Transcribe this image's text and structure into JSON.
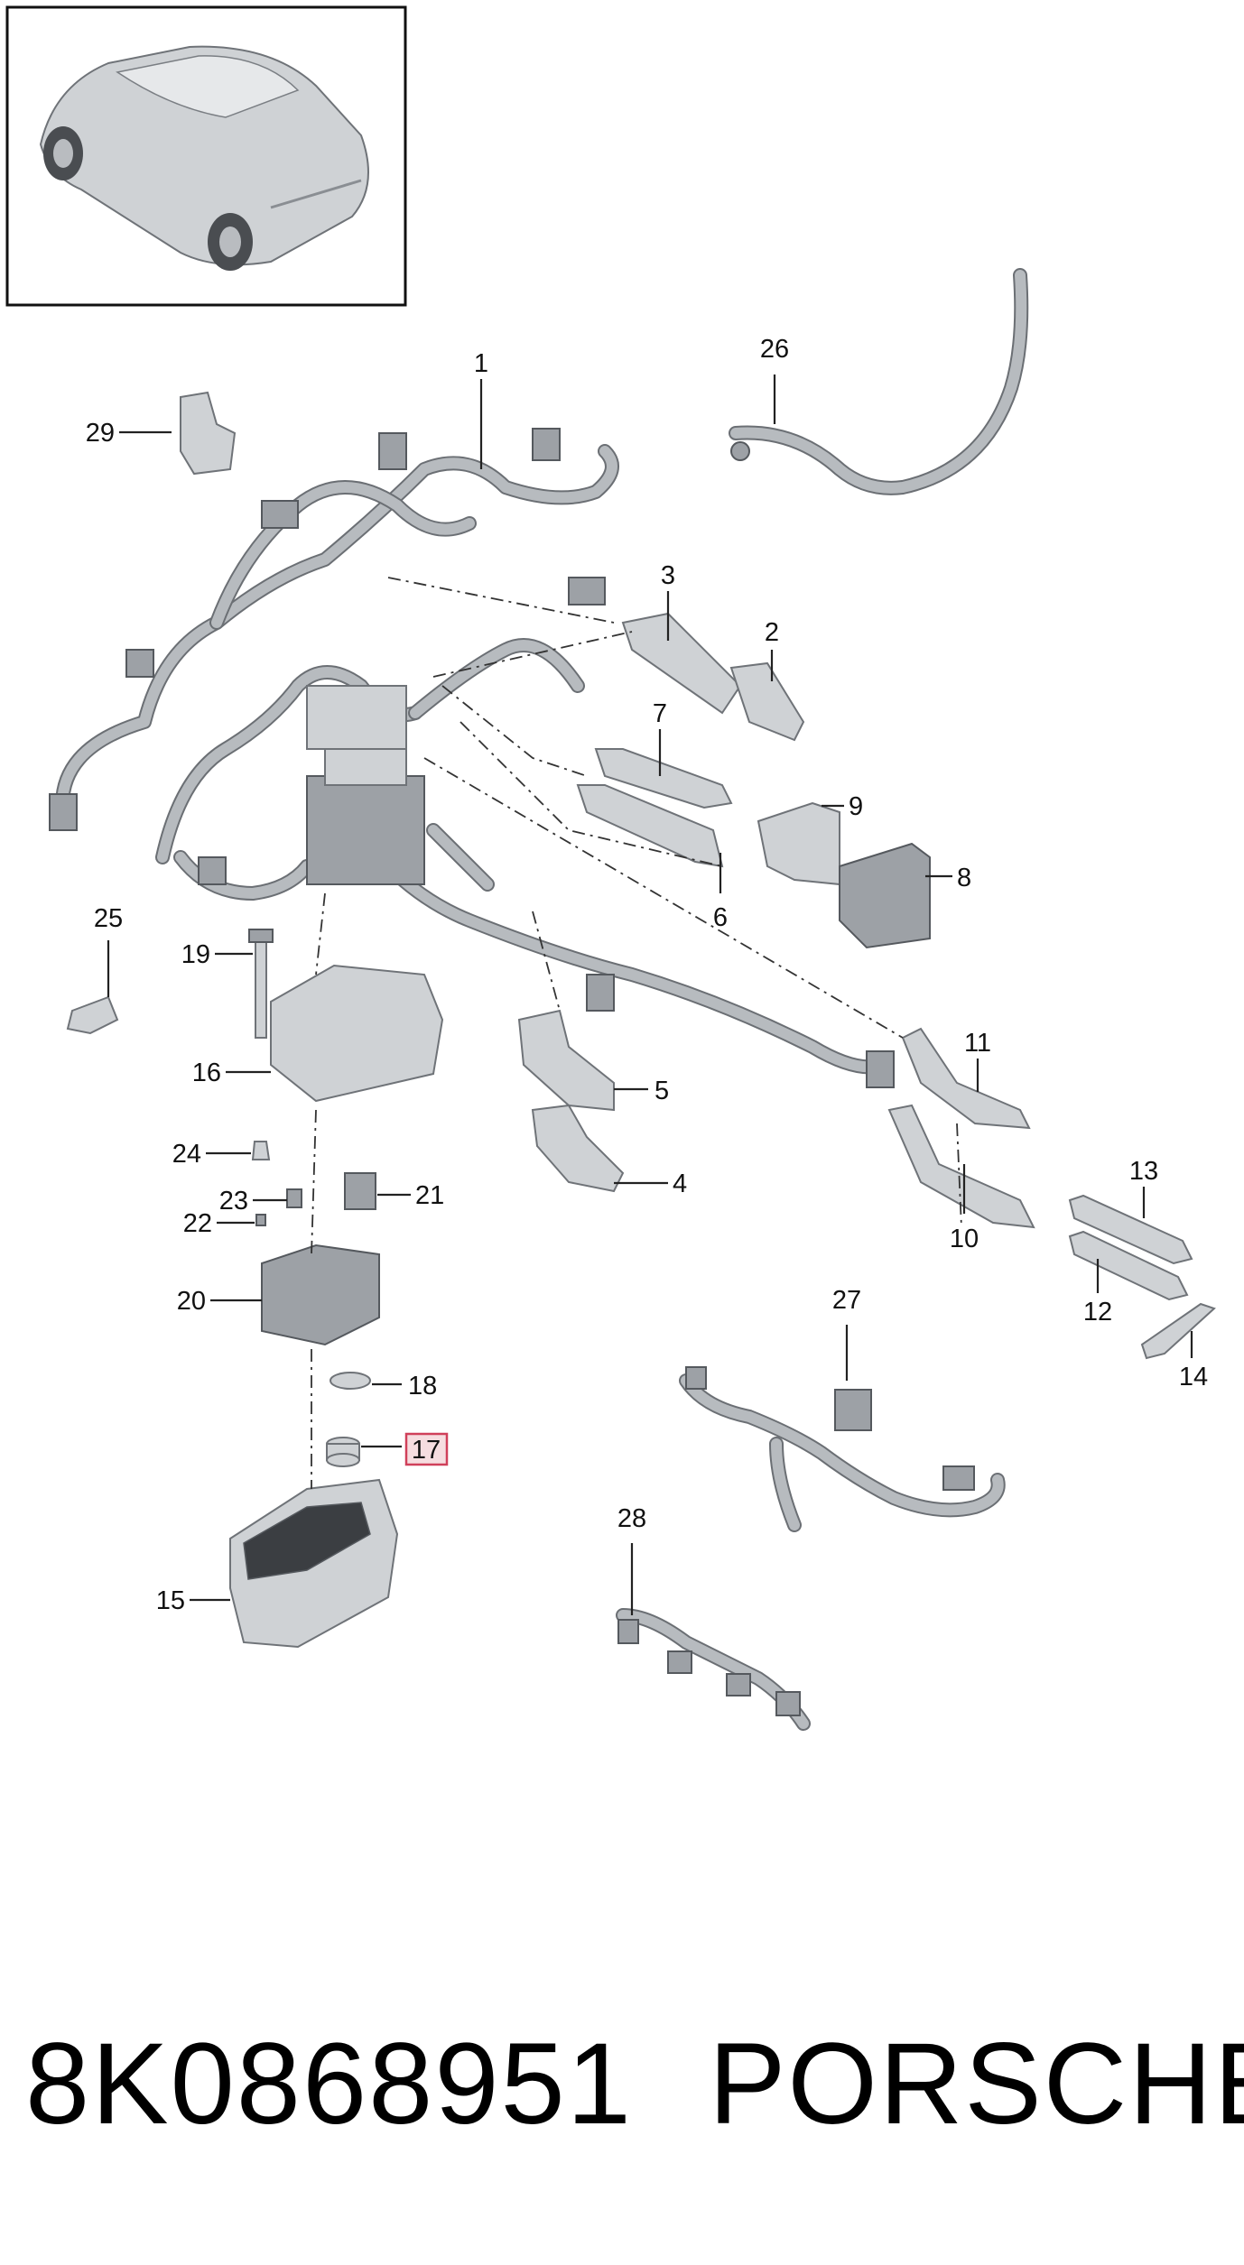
{
  "callouts": {
    "c1": "1",
    "c2": "2",
    "c3": "3",
    "c4": "4",
    "c5": "5",
    "c6": "6",
    "c7": "7",
    "c8": "8",
    "c9": "9",
    "c10": "10",
    "c11": "11",
    "c12": "12",
    "c13": "13",
    "c14": "14",
    "c15": "15",
    "c16": "16",
    "c17": "17",
    "c18": "18",
    "c19": "19",
    "c20": "20",
    "c21": "21",
    "c22": "22",
    "c23": "23",
    "c24": "24",
    "c25": "25",
    "c26": "26",
    "c27": "27",
    "c28": "28",
    "c29": "29"
  },
  "highlight": {
    "part": "17",
    "fill": "#f6dde0",
    "stroke": "#d0405a"
  },
  "footer": {
    "part_number": "8K0868951",
    "brand": "PORSCHE"
  }
}
